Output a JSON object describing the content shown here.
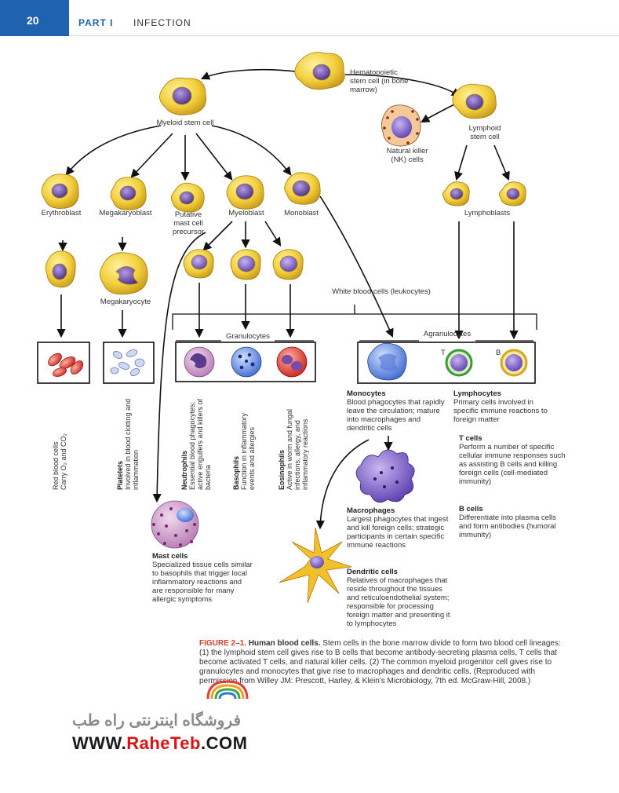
{
  "header": {
    "page_number": "20",
    "part": "PART I",
    "section": "INFECTION"
  },
  "cells": {
    "hsc": "Hematopoietic stem cell (in bone marrow)",
    "myeloid": "Myeloid stem cell",
    "lymphoid": "Lymphoid stem cell",
    "nk": "Natural killer (NK) cells",
    "erythroblast": "Erythroblast",
    "megakaryoblast": "Megakaryoblast",
    "putative_mast": "Putative mast cell precursor",
    "myeloblast": "Myeloblast",
    "monoblast": "Monoblast",
    "lymphoblasts": "Lymphoblasts",
    "megakaryocyte": "Megakaryocyte",
    "wbc": "White blood cells (leukocytes)",
    "granulocytes": "Granulocytes",
    "agranulocytes": "Agranulocytes",
    "t": "T",
    "b": "B"
  },
  "descriptions": {
    "rbc_title": "Red blood cells",
    "rbc_text": "Carry O₂ and CO₂",
    "platelets_title": "Platelets",
    "platelets_text": "Involved in blood clotting and inflammation",
    "neutrophils_title": "Neutrophils",
    "neutrophils_text": "Essential blood phagocytes; active engulfers and killers of bacteria",
    "basophils_title": "Basophils",
    "basophils_text": "Function in inflammatory events and allergies",
    "eosinophils_title": "Eosinophils",
    "eosinophils_text": "Active in worm and fungal infections, allergy, and inflammatory reactions",
    "monocytes_title": "Monocytes",
    "monocytes_text": "Blood phagocytes that rapidly leave the circulation; mature into macrophages and dendritic cells",
    "lymphocytes_title": "Lymphocytes",
    "lymphocytes_text": "Primary cells involved in specific immune reactions to foreign matter",
    "tcells_title": "T cells",
    "tcells_text": "Perform a number of specific cellular immune responses such as assisting B cells and killing foreign cells (cell-mediated immunity)",
    "bcells_title": "B cells",
    "bcells_text": "Differentiate into plasma cells and form antibodies (humoral immunity)",
    "macrophages_title": "Macrophages",
    "macrophages_text": "Largest phagocytes that ingest and kill foreign cells; strategic participants in certain specific immune reactions",
    "dendritic_title": "Dendritic cells",
    "dendritic_text": "Relatives of macrophages that reside throughout the tissues and reticuloendothelial system; responsible for processing foreign matter and presenting it to lymphocytes",
    "mast_title": "Mast cells",
    "mast_text": "Specialized tissue cells similar to basophils that trigger local inflammatory reactions and are responsible for many allergic symptoms"
  },
  "caption": {
    "figure": "FIGURE 2–1.",
    "title": "Human blood cells.",
    "text": "Stem cells in the bone marrow divide to form two blood cell lineages: (1) the lymphoid stem cell gives rise to B cells that become antibody-secreting plasma cells, T cells that become activated T cells, and natural killer cells. (2) The common myeloid progenitor cell gives rise to granulocytes and monocytes that give rise to macrophages and dendritic cells. (Reproduced with permission from Willey JM: Prescott, Harley, & Klein's Microbiology, 7th ed. McGraw-Hill, 2008.)"
  },
  "watermark": {
    "persian": "فروشگاه اینترنتی راه طب",
    "site_prefix": "WWW.",
    "site_brand": "RaheTeb",
    "site_suffix": ".COM"
  },
  "colors": {
    "header_blue": "#1f63b0",
    "caption_red": "#d0402a",
    "cell_yellow": "#f2cf3c",
    "nucleus_purple": "#6a4aa8"
  }
}
